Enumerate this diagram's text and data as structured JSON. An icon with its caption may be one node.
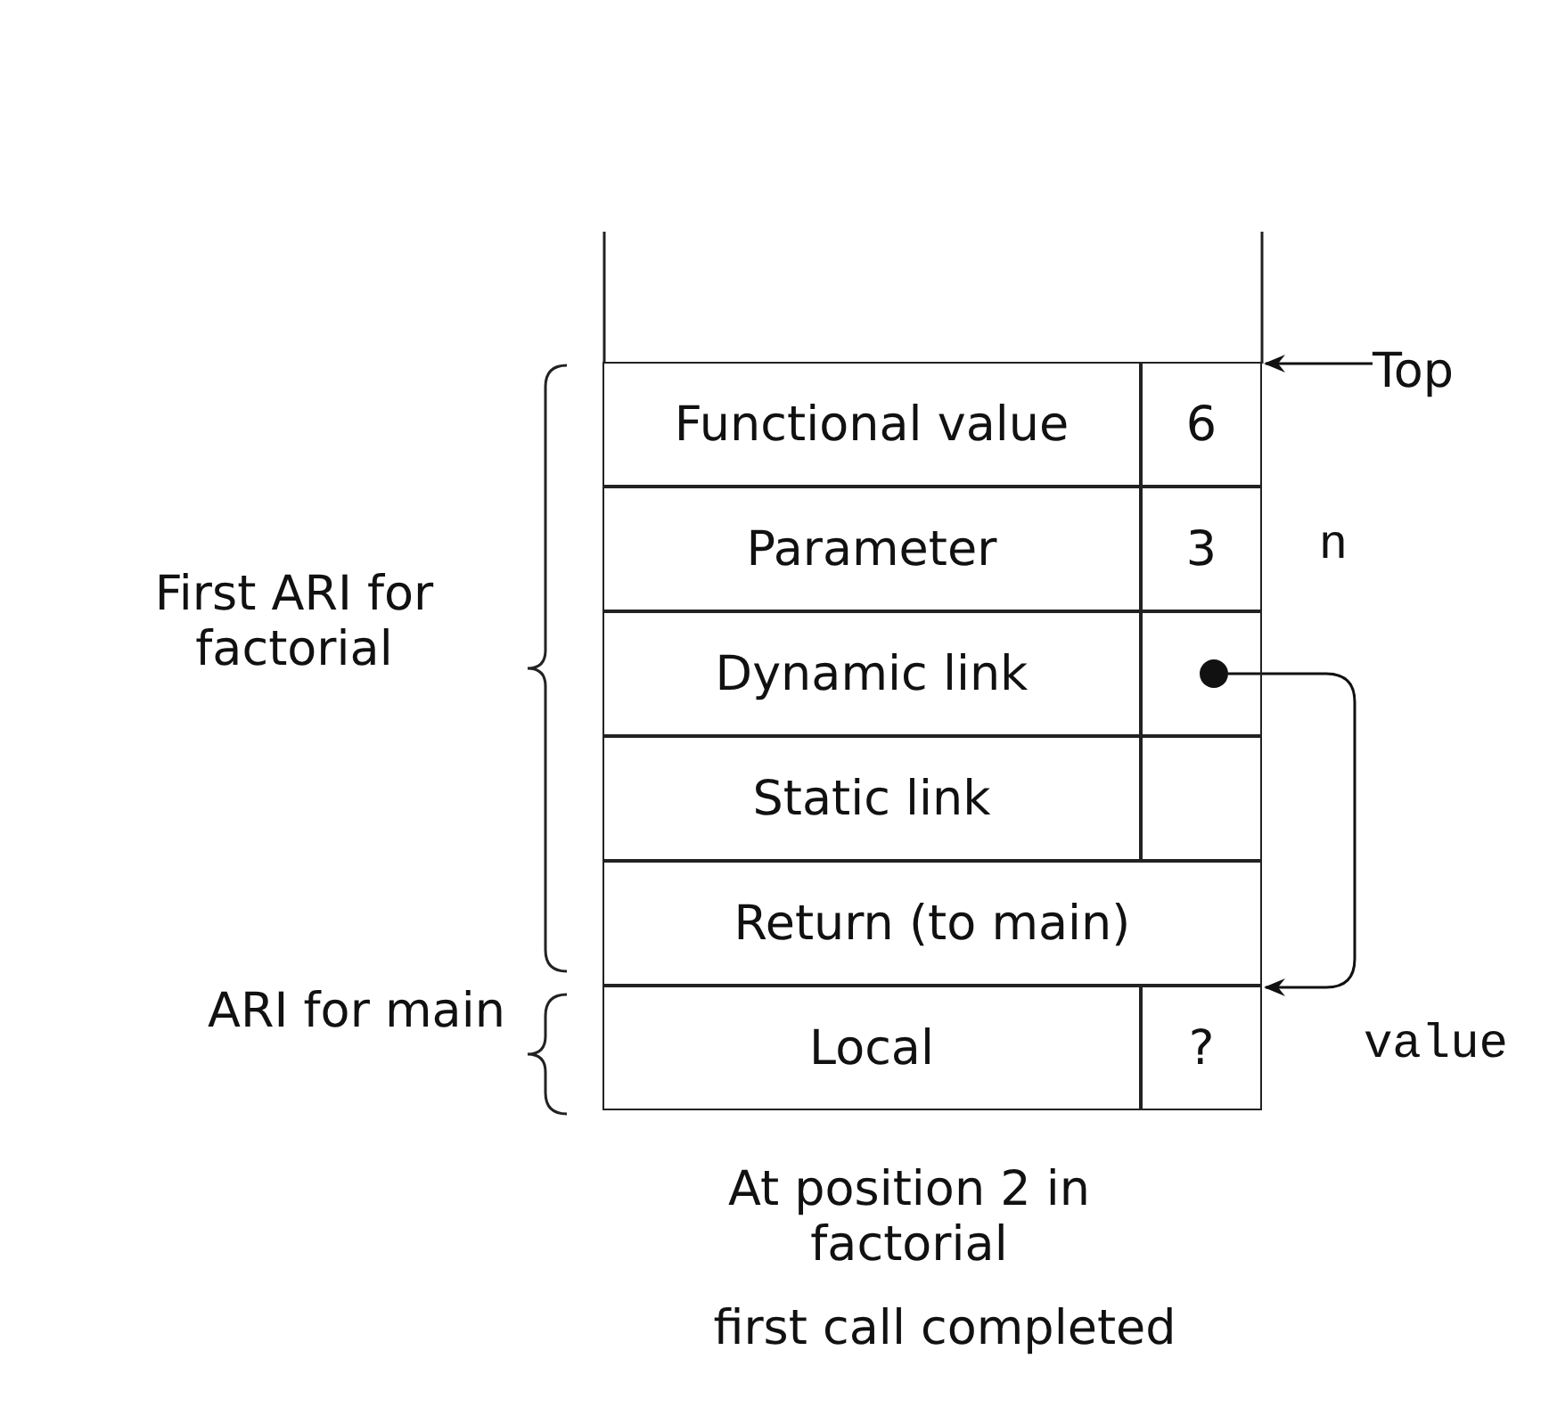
{
  "diagram": {
    "nodes": [
      {
        "text": [
          "Functional value"
        ]
      },
      {
        "text": [
          "6"
        ]
      },
      {
        "text": [
          "Parameter"
        ]
      },
      {
        "text": [
          "3"
        ]
      },
      {
        "text": [
          "Dynamic link"
        ]
      },
      {
        "text": [],
        "shape": "box"
      },
      {
        "text": [],
        "shape": "circle",
        "in": 5
      },
      {
        "text": [
          "Static link"
        ]
      },
      {
        "text": [],
        "shape": "box"
      },
      {
        "text": [
          "Return (to main)"
        ]
      },
      {
        "text": [
          "Local"
        ]
      },
      {
        "text": [
          "?"
        ]
      },
      {
        "text": [
          "Top"
        ]
      }
    ],
    "edges": [
      {
        "from": 12,
        "to": 1,
        "arrow": "to"
      },
      {
        "from": 6,
        "to": 11,
        "arrow": "to"
      }
    ],
    "labels": [
      "n",
      "First ARI for factorial",
      "ARI for main",
      "value",
      "At position 2 in factorial",
      "first call completed"
    ]
  }
}
